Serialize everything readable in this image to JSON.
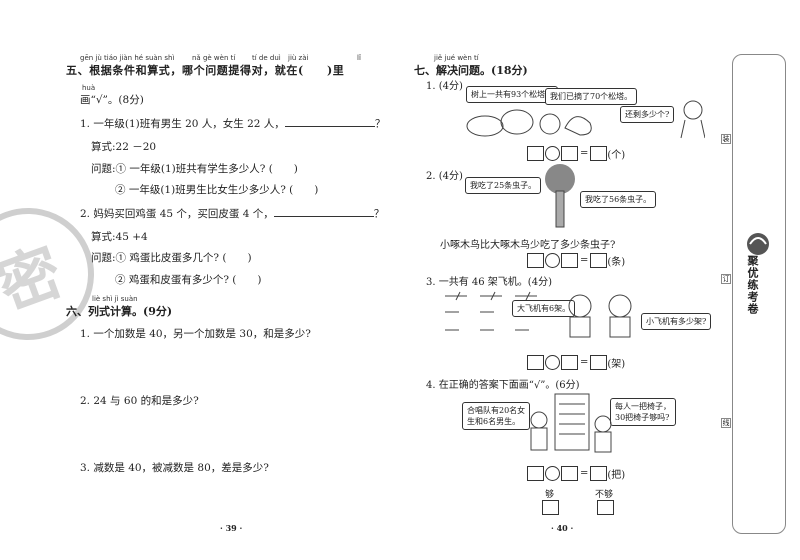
{
  "left_page": {
    "sec5": {
      "pinyin": [
        "gēn jù tiáo jiàn hé suàn shì",
        "nǎ gè wèn tí",
        "tí de duì",
        "jiù zài",
        "lǐ"
      ],
      "pinyin2": "huà",
      "title_line1": "五、根据条件和算式，哪个问题提得对，就在(　　)里",
      "title_line2": "画“√”。(8分)",
      "q1": "1. 一年级(1)班有男生 20 人，女生 22 人，",
      "q1_end": "？",
      "q1_formula": "算式:22 －20",
      "q1_opt1": "问题:① 一年级(1)班共有学生多少人? (　　)",
      "q1_opt2": "② 一年级(1)班男生比女生少多少人? (　　)",
      "q2": "2. 妈妈买回鸡蛋 45 个，买回皮蛋 4 个，",
      "q2_end": "？",
      "q2_formula": "算式:45 +4",
      "q2_opt1": "问题:① 鸡蛋比皮蛋多几个? (　　)",
      "q2_opt2": "② 鸡蛋和皮蛋有多少个? (　　)"
    },
    "sec6": {
      "pinyin": "liè shì jì suàn",
      "title": "六、列式计算。(9分)",
      "q1": "1. 一个加数是 40，另一个加数是 30，和是多少?",
      "q2": "2. 24 与 60 的和是多少?",
      "q3": "3. 减数是 40，被减数是 80，差是多少?"
    },
    "page_number": "· 39 ·",
    "stamp_char": "密"
  },
  "right_page": {
    "sec7": {
      "pinyin": "jiě jué wèn tí",
      "title": "七、解决问题。(18分)"
    },
    "p1": {
      "label": "1. (4分)",
      "bubble1": "树上一共有93个松塔。",
      "bubble2": "我们已摘了70个松塔。",
      "bubble3": "还剩多少个?",
      "unit": "(个)"
    },
    "p2": {
      "label": "2. (4分)",
      "bubble1": "我吃了25条虫子。",
      "bubble2": "我吃了56条虫子。",
      "question": "小啄木鸟比大啄木鸟少吃了多少条虫子?",
      "unit": "(条)"
    },
    "p3": {
      "label": "3. 一共有 46 架飞机。(4分)",
      "bubble1": "大飞机有6架。",
      "bubble2": "小飞机有多少架?",
      "unit": "(架)"
    },
    "p4": {
      "label": "4. 在正确的答案下面画“√”。(6分)",
      "bubble1_l1": "合唱队有20名女",
      "bubble1_l2": "生和6名男生。",
      "bubble2_l1": "每人一把椅子，",
      "bubble2_l2": "30把椅子够吗?",
      "unit": "(把)",
      "opt_yes": "够",
      "opt_no": "不够"
    },
    "page_number": "· 40 ·"
  },
  "sidebar": {
    "title": "聚优练考卷",
    "labels": [
      "装",
      "订",
      "线"
    ]
  },
  "symbols": {
    "minus": "－",
    "equals": "="
  }
}
